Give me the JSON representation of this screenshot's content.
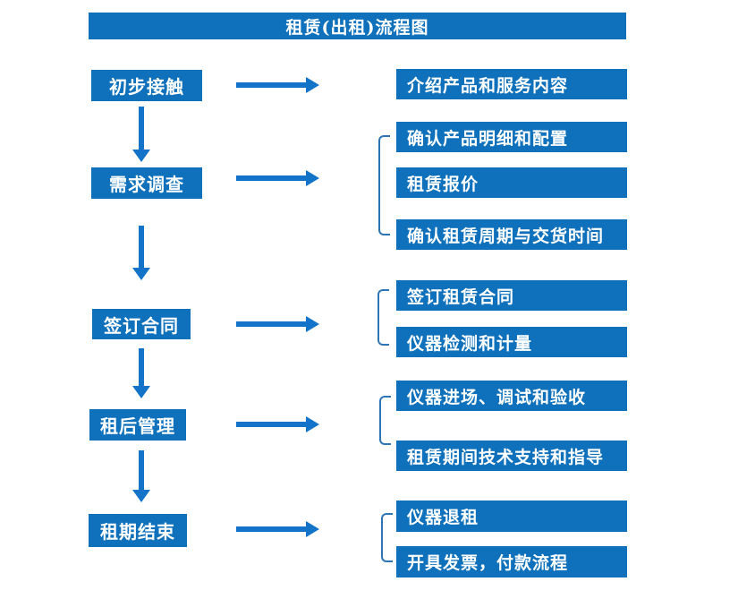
{
  "title": "租赁(出租)流程图",
  "colors": {
    "box_blue": "#0f71bb",
    "arrow_blue": "#1273c8",
    "bracket_blue": "#2e75b6",
    "text_white": "#ffffff"
  },
  "steps": [
    {
      "label": "初步接触",
      "details": [
        "介绍产品和服务内容"
      ]
    },
    {
      "label": "需求调查",
      "details": [
        "确认产品明细和配置",
        "租赁报价",
        "确认租赁周期与交货时间"
      ]
    },
    {
      "label": "签订合同",
      "details": [
        "签订租赁合同",
        "仪器检测和计量"
      ]
    },
    {
      "label": "租后管理",
      "details": [
        "仪器进场、调试和验收",
        "租赁期间技术支持和指导"
      ]
    },
    {
      "label": "租期结束",
      "details": [
        "仪器退租",
        "开具发票，付款流程"
      ]
    }
  ]
}
